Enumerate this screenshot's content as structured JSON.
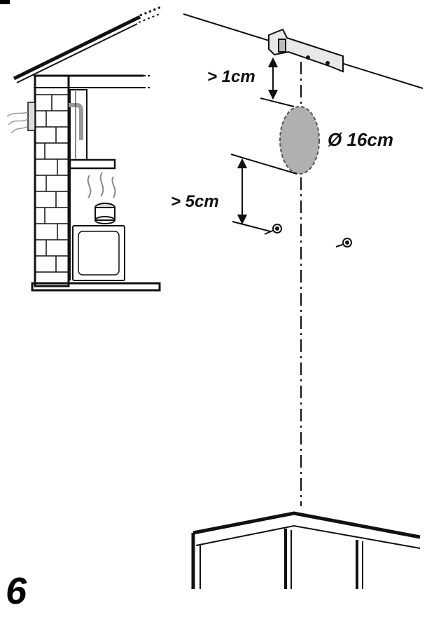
{
  "labels": {
    "top_clearance": "> 1cm",
    "diameter": "Ø 16cm",
    "bottom_clearance": "> 5cm"
  },
  "step_number": "6",
  "icons": [
    "roof-icon",
    "chimney-wall-icon",
    "cooktop-icon",
    "bracket-icon",
    "screw-icon",
    "hood-icon"
  ]
}
